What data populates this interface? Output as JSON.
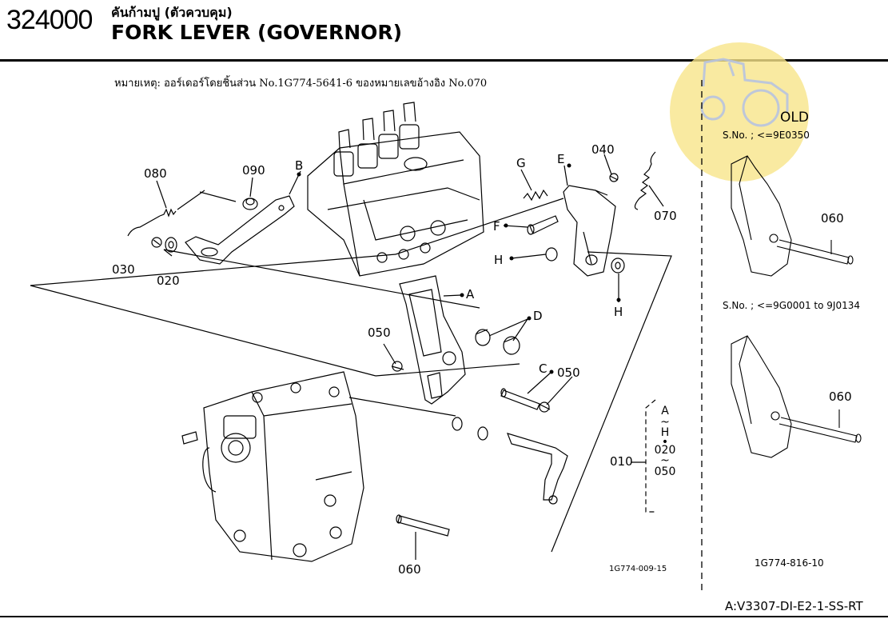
{
  "header": {
    "code": "324000",
    "title_th": "คันก้ามปู (ตัวควบคุม)",
    "title_en": "FORK LEVER (GOVERNOR)"
  },
  "note": "หมายเหตุ: ออร์เดอร์โดยชิ้นส่วน No.1G774-5641-6 ของหมายเลขอ้างอิง No.070",
  "callouts": {
    "080": "080",
    "090": "090",
    "B": "B",
    "030": "030",
    "020": "020",
    "A": "A",
    "050a": "050",
    "D": "D",
    "C": "C",
    "050b": "050",
    "G": "G",
    "E": "E",
    "040": "040",
    "F": "F",
    "070": "070",
    "H1": "H",
    "H2": "H",
    "060": "060"
  },
  "set_label": {
    "ref": "010",
    "lines": [
      "A",
      "~",
      "H",
      "•",
      "020",
      "~",
      "050"
    ]
  },
  "figure_id_main": "1G774-009-15",
  "side_panel": {
    "old_label": "OLD",
    "serial_1": "S.No. ; <=9E0350",
    "serial_2": "S.No. ; <=9G0001 to 9J0134",
    "callout_top": "060",
    "callout_bottom": "060",
    "figure_id": "1G774-816-10"
  },
  "footer_code": "A:V3307-DI-E2-1-SS-RT",
  "watermark_color": "#f7e27a"
}
